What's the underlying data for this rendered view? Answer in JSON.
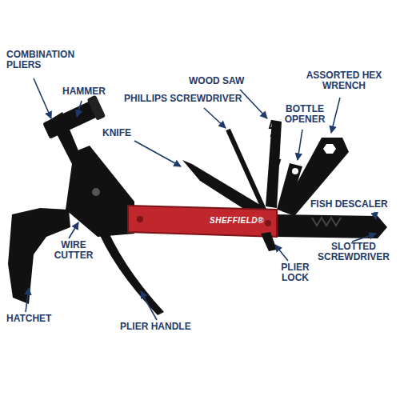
{
  "diagram": {
    "labels": [
      "COMBINATION PLIERS",
      "HAMMER",
      "WOOD SAW",
      "ASSORTED HEX WRENCH",
      "PHILLIPS SCREWDRIVER",
      "BOTTLE OPENER",
      "KNIFE",
      "SHEFFIELD®",
      "FISH DESCALER",
      "SLOTTED SCREWDRIVER",
      "PLIER LOCK",
      "WIRE CUTTER",
      "HATCHET",
      "PLIER HANDLE"
    ]
  }
}
